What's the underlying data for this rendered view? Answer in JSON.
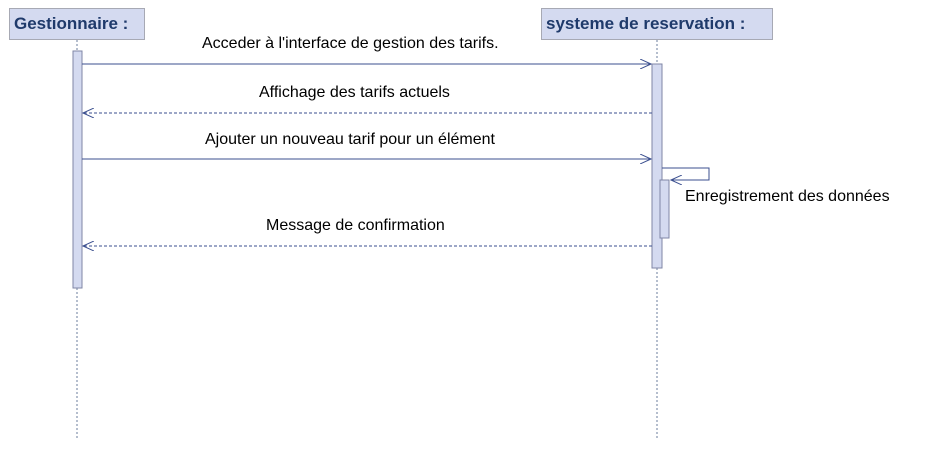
{
  "lifelines": {
    "actor": {
      "label": "Gestionnaire :"
    },
    "system": {
      "label": "systeme de reservation :"
    }
  },
  "messages": [
    {
      "label": "Acceder à l'interface de gestion des tarifs.",
      "kind": "sync"
    },
    {
      "label": "Affichage des tarifs actuels",
      "kind": "return"
    },
    {
      "label": "Ajouter un nouveau tarif pour un élément",
      "kind": "sync"
    },
    {
      "label": "Enregistrement des données",
      "kind": "self"
    },
    {
      "label": "Message de confirmation",
      "kind": "return"
    }
  ],
  "colors": {
    "head_fill": "#d4daf0",
    "head_border": "#a7a9b4",
    "head_text": "#1f3a6b",
    "activation_fill": "#d4daf0",
    "activation_border": "#7f86a6",
    "sync_line": "#3b4f8f",
    "return_line": "#3b4f8f",
    "lifeline": "#6b7c9c"
  }
}
